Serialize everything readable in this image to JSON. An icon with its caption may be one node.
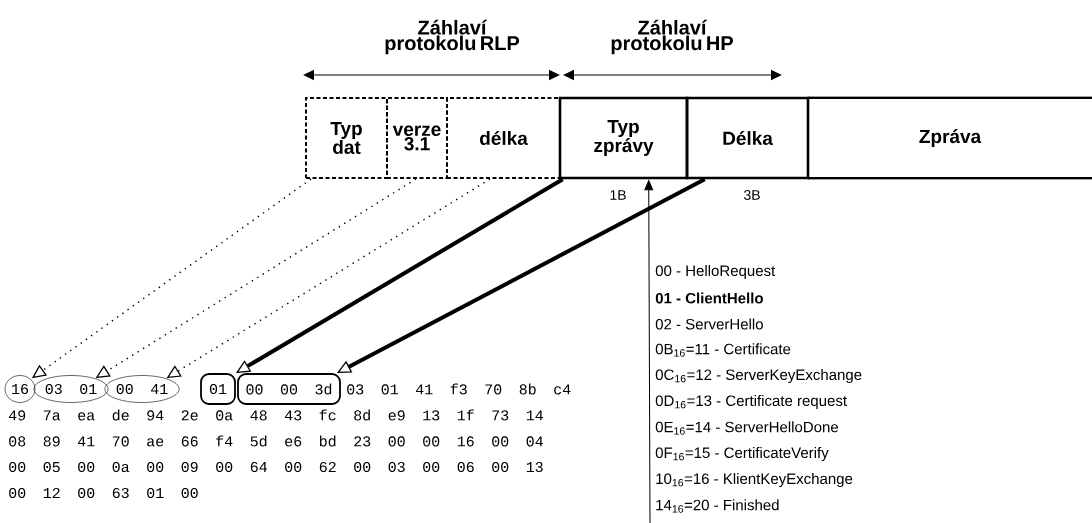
{
  "diagram": {
    "nodes": [
      {
        "text": [
          "Typ dat"
        ]
      },
      {
        "text": [
          "verze 3.1"
        ]
      },
      {
        "text": [
          "délka"
        ]
      },
      {
        "text": [
          "Typ zprávy"
        ],
        "beside": [
          "1B"
        ]
      },
      {
        "text": [
          "Délka"
        ],
        "beside": [
          "3B"
        ]
      },
      {
        "text": [
          "Zpráva"
        ]
      },
      {
        "text": [
          "16"
        ]
      },
      {
        "text": [
          "03 01"
        ]
      },
      {
        "text": [
          "00 41"
        ]
      },
      {
        "text": [
          "01"
        ]
      },
      {
        "text": [
          "00 00 3d"
        ]
      }
    ],
    "edges": [
      {
        "from": 0,
        "to": 6,
        "arrow": "to",
        "style": "dashed"
      },
      {
        "from": 1,
        "to": 7,
        "arrow": "to",
        "style": "dashed"
      },
      {
        "from": 2,
        "to": 8,
        "arrow": "to",
        "style": "dashed"
      },
      {
        "from": 3,
        "to": 9,
        "arrow": "to",
        "style": "thick"
      },
      {
        "from": 4,
        "to": 10,
        "arrow": "to",
        "style": "thick"
      },
      {
        "from": null,
        "to": 3,
        "arrow": "to"
      }
    ],
    "labels": [
      "Záhlaví protokolu RLP",
      "Záhlaví protokolu HP",
      "03 01 41 f3 70 8b c4",
      "49 7a ea de 94 2e 0a 48 43 fc 8d e9 13 1f 73 14",
      "08 89 41 70 ae 66 f4 5d e6 bd 23 00 00 16 00 04",
      "00 05 00 0a 00 09 00 64 00 62 00 03 00 06 00 13",
      "00 12 00 63 01 00",
      "00 - HelloRequest",
      "01 - ClientHello",
      "02 - ServerHello",
      "0B$_{16}$=11 - Certificate",
      "0C$_{16}$=12 - ServerKeyExchange",
      "0D$_{16}$=13 - Certificate request",
      "0E$_{16}$=14 - ServerHelloDone",
      "0F$_{16}$=15 - CertificateVerify",
      "10$_{16}$=16 - KlientKeyExchange",
      "14$_{16}$=20 - Finished"
    ]
  }
}
